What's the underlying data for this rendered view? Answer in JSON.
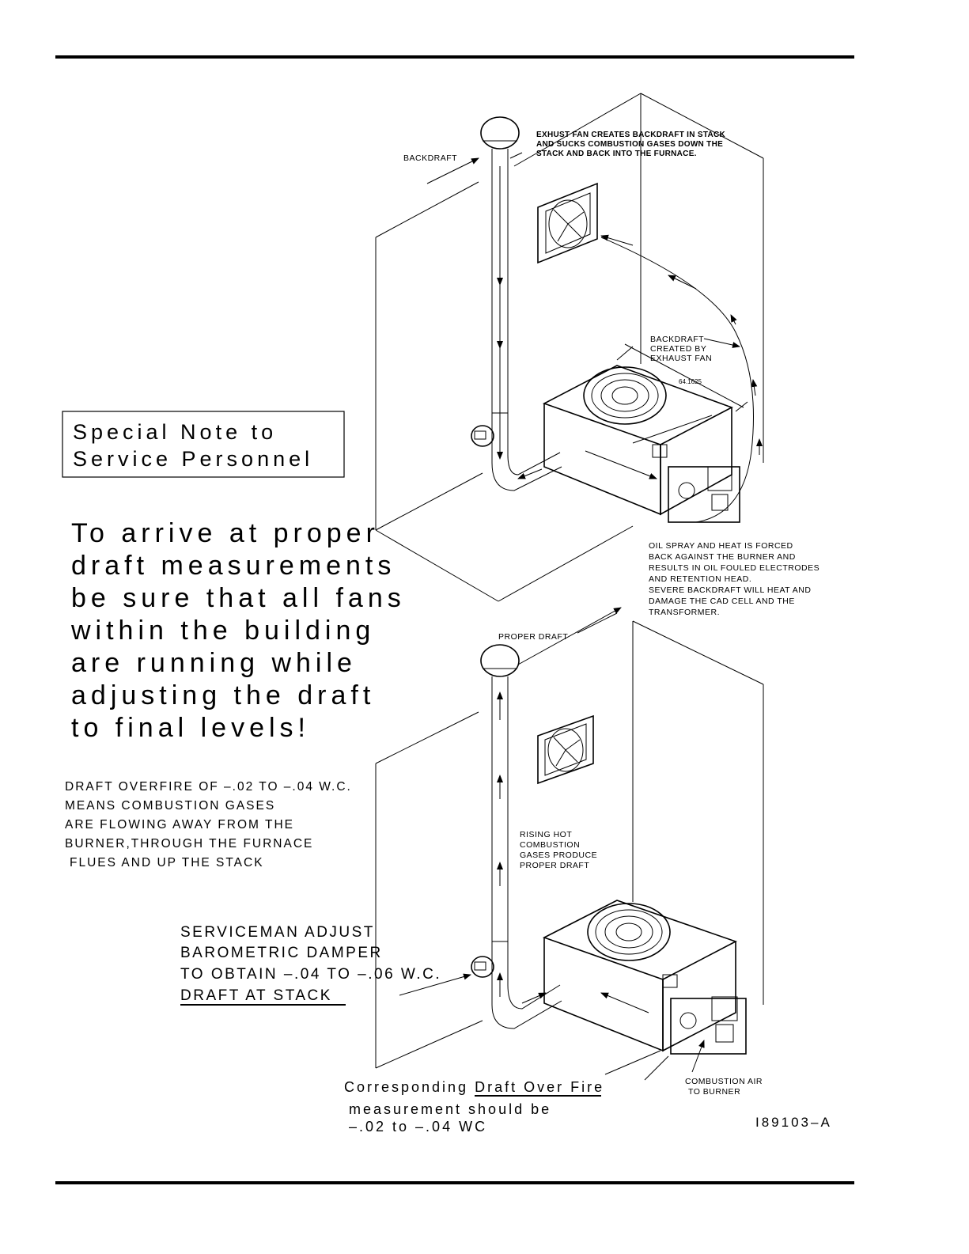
{
  "note_box": {
    "line1": "Special Note to",
    "line2": "Service Personnel"
  },
  "instructions": [
    "To arrive at proper",
    "draft measurements",
    "be sure that all fans",
    "within the building",
    "are running while",
    "adjusting the draft",
    "to final levels!"
  ],
  "top_diagram": {
    "backdraft_label": "BACKDRAFT",
    "exhaust_note": [
      "EXHUST FAN CREATES BACKDRAFT IN STACK",
      "AND SUCKS COMBUSTION GASES DOWN THE",
      "STACK AND BACK INTO THE FURNACE."
    ],
    "backdraft_created": [
      "BACKDRAFT",
      "CREATED BY",
      "EXHAUST FAN"
    ],
    "dimension": "64.1625",
    "oil_spray_note": [
      "OIL SPRAY AND HEAT IS FORCED",
      "BACK AGAINST THE BURNER AND",
      "RESULTS IN OIL FOULED ELECTRODES",
      "AND RETENTION HEAD.",
      "SEVERE BACKDRAFT WILL HEAT AND",
      "DAMAGE THE CAD CELL AND THE",
      "TRANSFORMER."
    ]
  },
  "bottom_diagram": {
    "proper_draft_label": "PROPER DRAFT",
    "draft_overfire": [
      "DRAFT OVERFIRE OF –.02 TO –.04 W.C.",
      "MEANS COMBUSTION GASES",
      "ARE FLOWING AWAY FROM THE",
      "BURNER,THROUGH THE FURNACE",
      "FLUES AND UP THE STACK"
    ],
    "rising_note": [
      "RISING HOT",
      "COMBUSTION",
      "GASES PRODUCE",
      "PROPER DRAFT"
    ],
    "serviceman": [
      "SERVICEMAN ADJUST",
      "BAROMETRIC DAMPER",
      "TO OBTAIN –.04 TO –.06 W.C.",
      "DRAFT AT STACK"
    ],
    "corresponding": [
      "Corresponding Draft Over Fire",
      "measurement should be",
      "–.02 to –.04 WC"
    ],
    "combustion_air": [
      "COMBUSTION AIR",
      "TO BURNER"
    ],
    "figure_id": "I89103–A"
  }
}
